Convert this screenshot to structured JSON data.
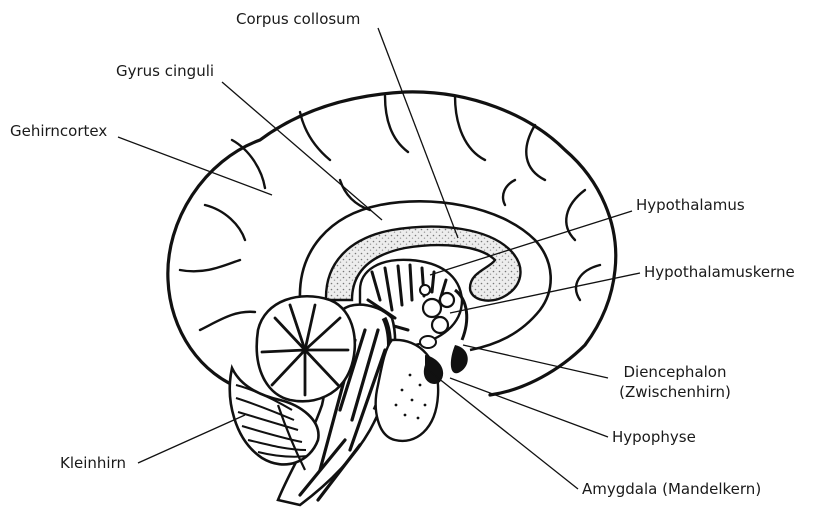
{
  "labels": {
    "corpus_collosum": "Corpus collosum",
    "gyrus_cinguli": "Gyrus cinguli",
    "gehirncortex": "Gehirncortex",
    "hypothalamus": "Hypothalamus",
    "hypothalamuskerne": "Hypothalamuskerne",
    "diencephalon": "Diencephalon",
    "zwischenhirn": "(Zwischenhirn)",
    "hypophyse": "Hypophyse",
    "amygdala": "Amygdala (Mandelkern)",
    "kleinhirn": "Kleinhirn"
  },
  "colors": {
    "ink": "#111111",
    "corpus_fill": "#d9d9d9",
    "background": "#ffffff"
  }
}
